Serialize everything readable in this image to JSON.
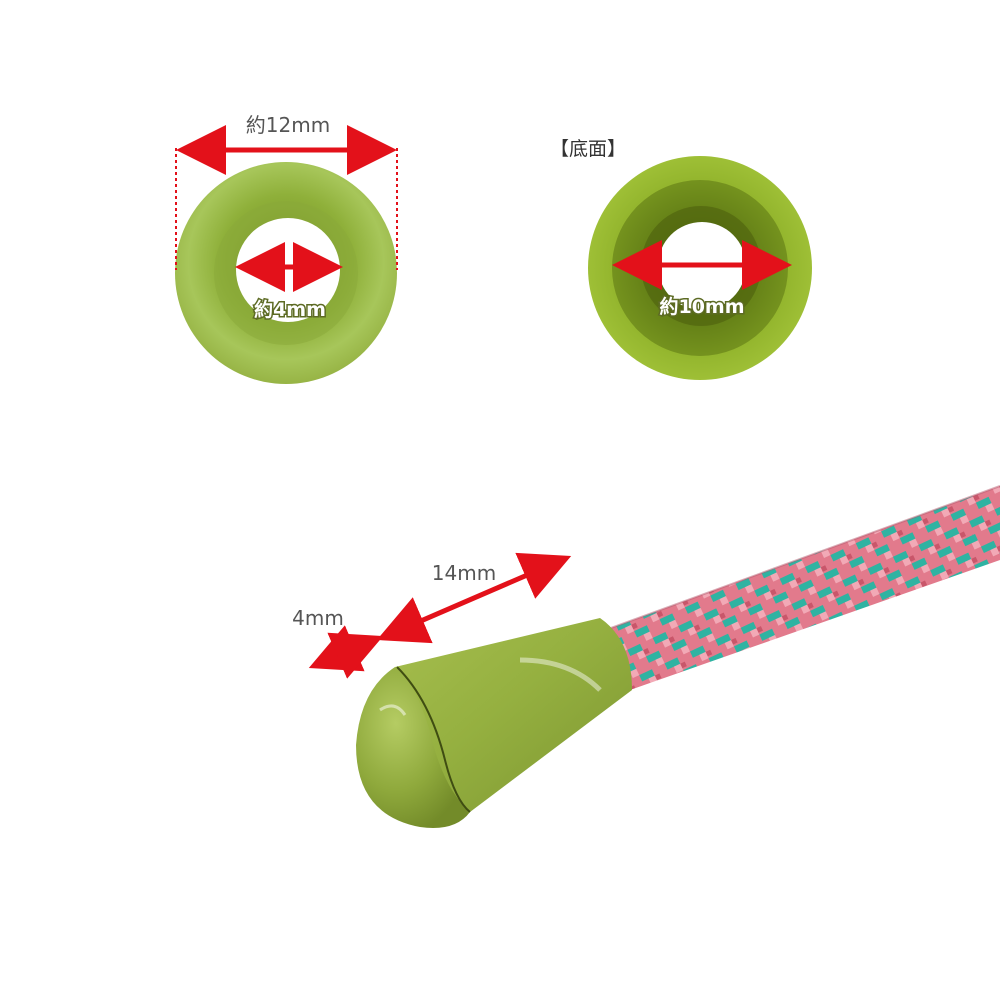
{
  "top_view": {
    "outer_diameter_label": "約12mm",
    "inner_diameter_label": "約4mm"
  },
  "bottom_view": {
    "title": "【底面】",
    "inner_diameter_label": "約10mm"
  },
  "side_view": {
    "length_label": "14mm",
    "cap_label": "4mm"
  },
  "colors": {
    "part_green": "#9dbd3b",
    "dimension_arrow": "#e3111a",
    "cord_pink": "#e27a8c",
    "cord_teal": "#2fb3a2"
  }
}
